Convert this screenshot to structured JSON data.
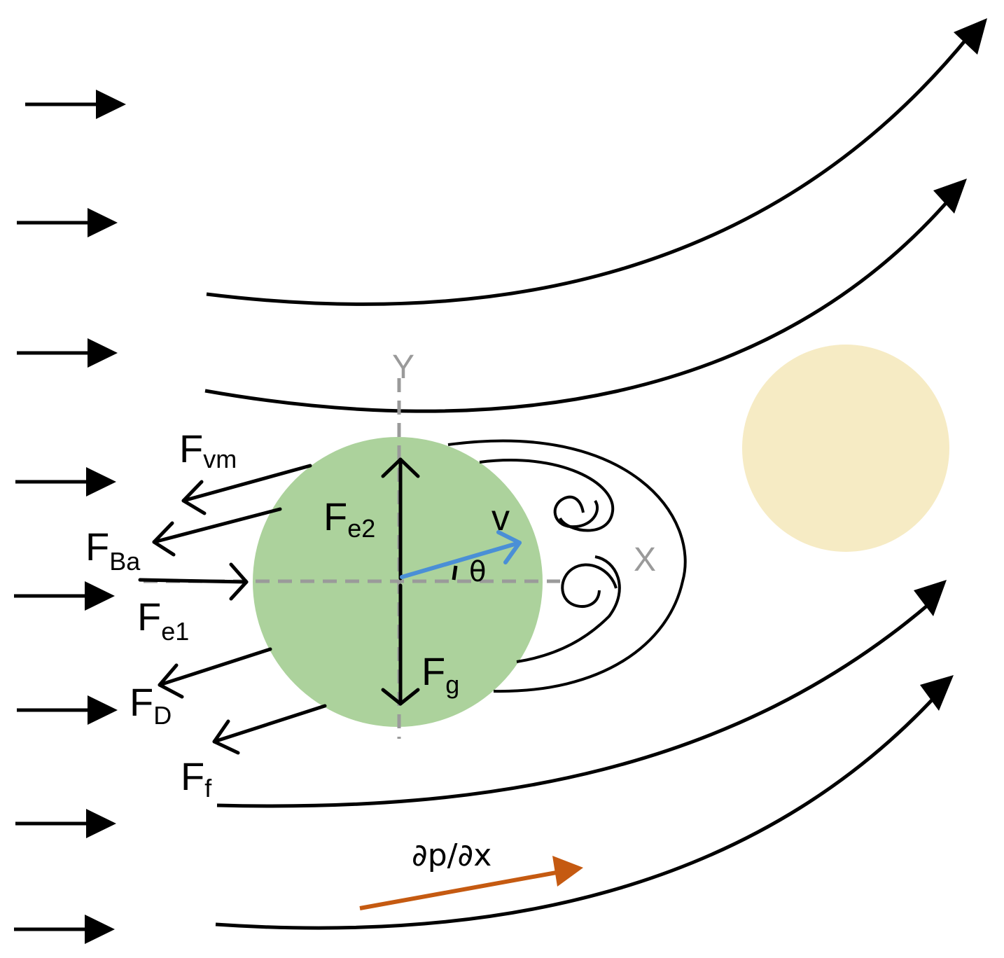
{
  "colors": {
    "particle_fill": "#acd29c",
    "second_particle_fill": "#f6ebc4",
    "axis_color": "#9a9a9a",
    "velocity_color": "#4a8fd6",
    "pressure_gradient_color": "#c55a11",
    "line_color": "#000000"
  },
  "axes": {
    "x_label": "X",
    "y_label": "Y"
  },
  "velocity": {
    "label": "v",
    "angle_label": "θ"
  },
  "forces": {
    "vm": {
      "main": "F",
      "sub": "vm"
    },
    "ba": {
      "main": "F",
      "sub": "Ba"
    },
    "e1": {
      "main": "F",
      "sub": "e1"
    },
    "e2": {
      "main": "F",
      "sub": "e2"
    },
    "d": {
      "main": "F",
      "sub": "D"
    },
    "f": {
      "main": "F",
      "sub": "f"
    },
    "g": {
      "main": "F",
      "sub": "g"
    }
  },
  "pressure_gradient": {
    "label": "∂p/∂x"
  }
}
